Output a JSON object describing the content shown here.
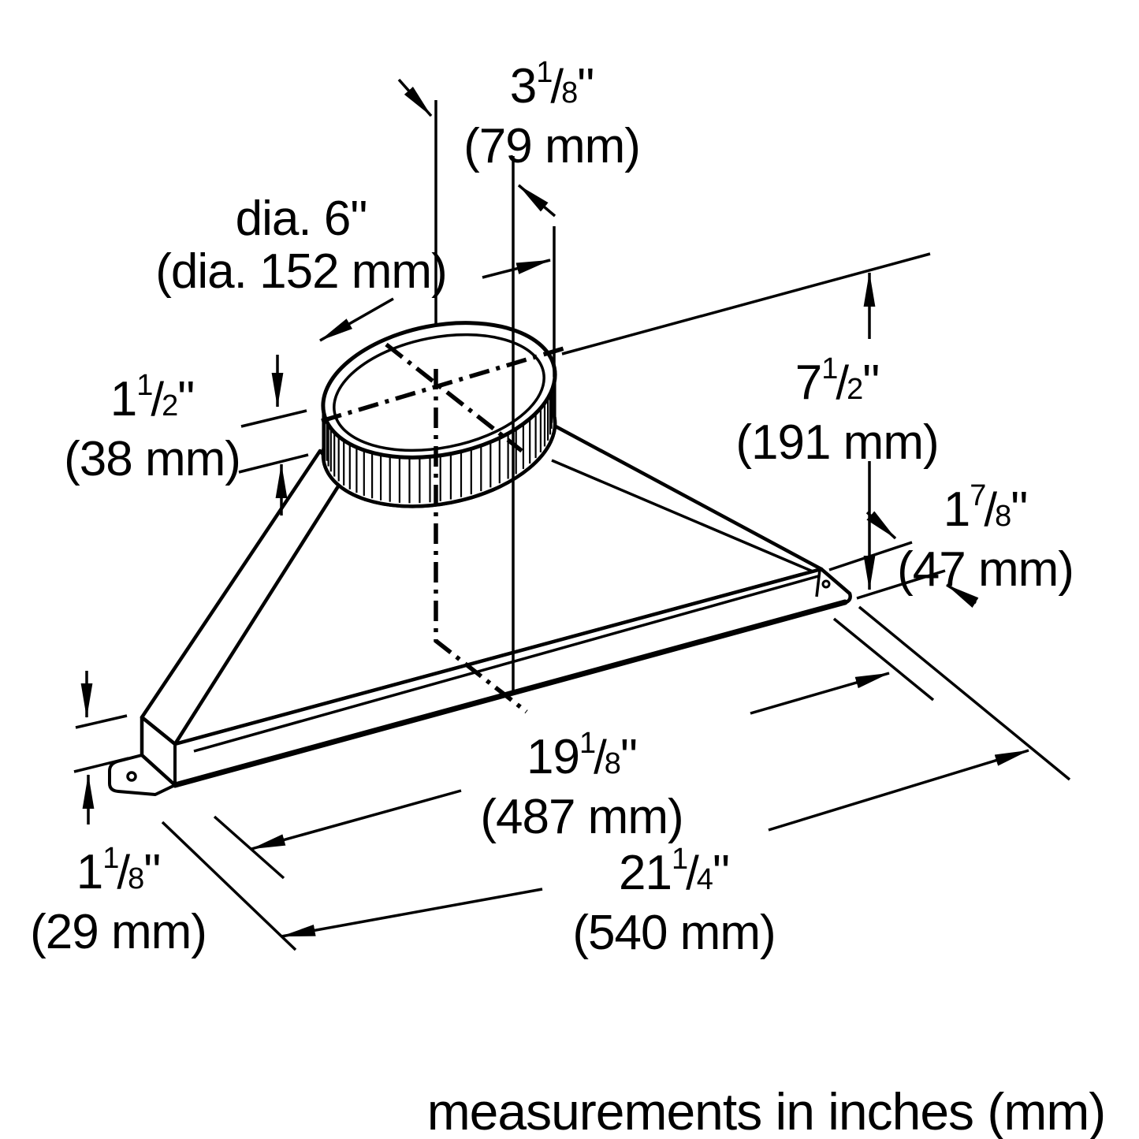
{
  "figure": {
    "note": "measurements in inches (mm)",
    "dims": {
      "duct_offset": {
        "in_whole": "3",
        "in_num": "1",
        "in_den": "8",
        "in_unit": "\"",
        "mm": "(79 mm)"
      },
      "duct_dia": {
        "in": "dia. 6\"",
        "mm": "(dia. 152 mm)"
      },
      "collar_height": {
        "in_whole": "1",
        "in_num": "1",
        "in_den": "2",
        "in_unit": "\"",
        "mm": "(38 mm)"
      },
      "hood_height": {
        "in_whole": "7",
        "in_num": "1",
        "in_den": "2",
        "in_unit": "\"",
        "mm": "(191 mm)"
      },
      "rim_height": {
        "in_whole": "1",
        "in_num": "7",
        "in_den": "8",
        "in_unit": "\"",
        "mm": "(47 mm)"
      },
      "inner_length": {
        "in_whole": "19",
        "in_num": "1",
        "in_den": "8",
        "in_unit": "\"",
        "mm": "(487 mm)"
      },
      "overall_length": {
        "in_whole": "21",
        "in_num": "1",
        "in_den": "4",
        "in_unit": "\"",
        "mm": "(540 mm)"
      },
      "flange_height": {
        "in_whole": "1",
        "in_num": "1",
        "in_den": "8",
        "in_unit": "\"",
        "mm": "(29 mm)"
      }
    }
  }
}
